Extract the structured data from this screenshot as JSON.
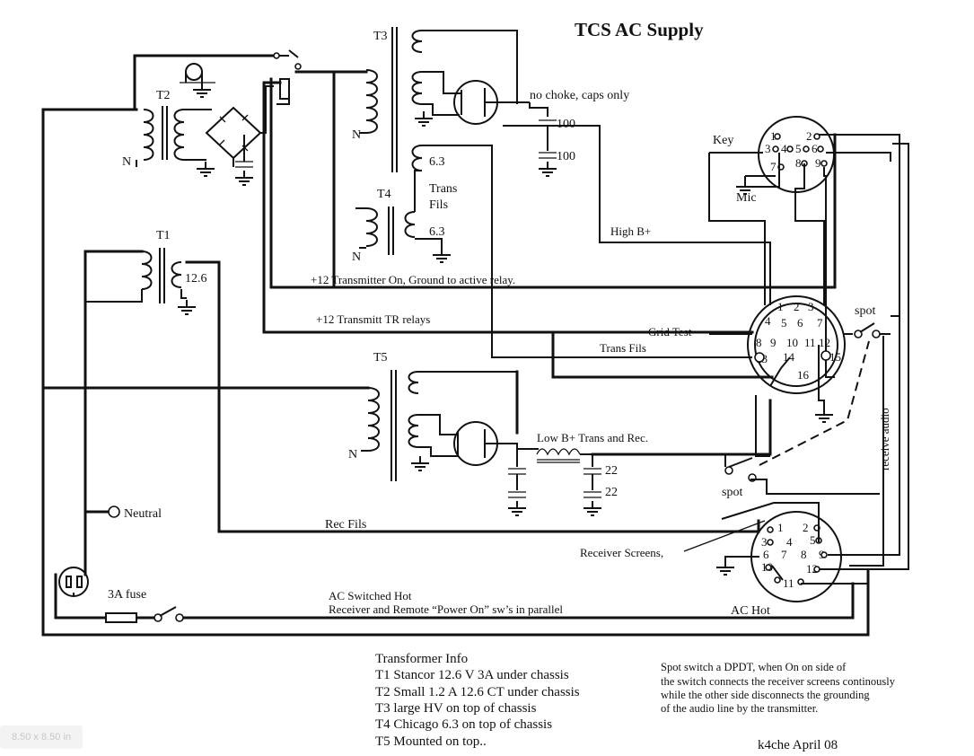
{
  "title": "TCS AC Supply",
  "labels": {
    "t1": "T1",
    "t2": "T2",
    "t3": "T3",
    "t4": "T4",
    "t5": "T5",
    "n": "N",
    "t1_sec": "12.6",
    "t3_fil": "6.3",
    "t4_fil": "6.3",
    "trans_fils": "Trans\nFils",
    "no_choke": "no choke, caps only",
    "cap_100_a": "100",
    "cap_100_b": "100",
    "cap_22_a": "22",
    "cap_22_b": "22",
    "high_b": "High B+",
    "plus12_on": "+12 Transmitter On, Ground to active relay.",
    "plus12_tr": "+12 Transmitt TR relays",
    "grid_test": "Grid Test",
    "trans_fils_line": "Trans Fils",
    "low_b": "Low B+  Trans and Rec.",
    "spot_top": "spot",
    "spot_bottom": "spot",
    "receive_audio": "receive audio",
    "rec_fils": "Rec Fils",
    "neutral": "Neutral",
    "fuse": "3A fuse",
    "ac_switched_hot": "AC Switched Hot",
    "receiver_remote": "Receiver and Remote “Power On”  sw’s in parallel",
    "receiver_screens": "Receiver Screens,",
    "ac_hot": "AC Hot",
    "key": "Key",
    "mic": "Mic",
    "author": "k4che April 08",
    "page_size": "8.50 x 8.50 in"
  },
  "connector_small": [
    "1",
    "2",
    "3",
    "4",
    "5",
    "6",
    "7",
    "8",
    "9"
  ],
  "connector_15": [
    "1",
    "2",
    "3",
    "4",
    "5",
    "6",
    "7",
    "8",
    "9",
    "10",
    "11",
    "12",
    "13",
    "14",
    "15",
    "16"
  ],
  "connector_12": [
    "1",
    "2",
    "3",
    "4",
    "5",
    "6",
    "7",
    "8",
    "9",
    "10",
    "11",
    "12"
  ],
  "transformer_info": {
    "heading": "Transformer Info",
    "lines": [
      "T1 Stancor 12.6 V 3A under chassis",
      "T2 Small 1.2 A 12.6 CT under chassis",
      "T3 large HV on top of chassis",
      "T4 Chicago 6.3 on top of chassis",
      "T5 Mounted on top.."
    ]
  },
  "spot_note": [
    "Spot switch  a DPDT, when On on side of",
    "the switch connects the receiver screens continously",
    "while the other side disconnects the grounding",
    "of the audio line by the transmitter."
  ]
}
